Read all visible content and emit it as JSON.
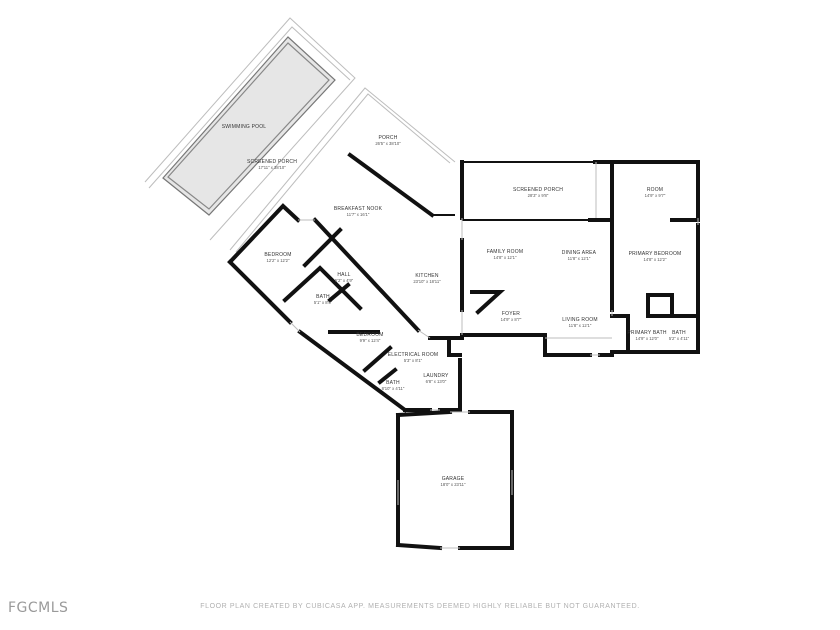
{
  "rooms": [
    {
      "id": "pool",
      "name": "SWIMMING POOL",
      "dim": ""
    },
    {
      "id": "screened-porch-left",
      "name": "SCREENED PORCH",
      "dim": "17'11\" x 38'10\""
    },
    {
      "id": "porch",
      "name": "PORCH",
      "dim": "26'5\" x 38'10\""
    },
    {
      "id": "breakfast-nook",
      "name": "BREAKFAST NOOK",
      "dim": "11'7\" x 16'1\""
    },
    {
      "id": "bedroom-1",
      "name": "BEDROOM",
      "dim": "12'2\" x 12'2\""
    },
    {
      "id": "hall",
      "name": "HALL",
      "dim": "5'2\" x 4'9\""
    },
    {
      "id": "bath-1",
      "name": "BATH",
      "dim": "5'1\" x 8'5\""
    },
    {
      "id": "bedroom-2",
      "name": "BEDROOM",
      "dim": "9'9\" x 12'4\""
    },
    {
      "id": "kitchen",
      "name": "KITCHEN",
      "dim": "23'10\" x 18'11\""
    },
    {
      "id": "electrical-room",
      "name": "ELECTRICAL ROOM",
      "dim": "5'3\" x 8'1\""
    },
    {
      "id": "laundry",
      "name": "LAUNDRY",
      "dim": "6'8\" x 13'0\""
    },
    {
      "id": "bath-2",
      "name": "BATH",
      "dim": "8'10\" x 4'11\""
    },
    {
      "id": "screened-porch-top",
      "name": "SCREENED PORCH",
      "dim": "28'3\" x 9'8\""
    },
    {
      "id": "room",
      "name": "ROOM",
      "dim": "14'9\" x 9'7\""
    },
    {
      "id": "family-room",
      "name": "FAMILY ROOM",
      "dim": "14'8\" x 12'1\""
    },
    {
      "id": "dining-area",
      "name": "DINING AREA",
      "dim": "11'8\" x 12'1\""
    },
    {
      "id": "primary-bedroom",
      "name": "PRIMARY BEDROOM",
      "dim": "14'8\" x 12'2\""
    },
    {
      "id": "foyer",
      "name": "FOYER",
      "dim": "14'9\" x 8'7\""
    },
    {
      "id": "living-room",
      "name": "LIVING ROOM",
      "dim": "11'8\" x 12'1\""
    },
    {
      "id": "primary-bath",
      "name": "PRIMARY BATH",
      "dim": "14'9\" x 12'0\""
    },
    {
      "id": "bath-3",
      "name": "BATH",
      "dim": "5'2\" x 4'11\""
    },
    {
      "id": "garage",
      "name": "GARAGE",
      "dim": "18'0\" x 23'11\""
    }
  ],
  "watermark": "FGCMLS",
  "footer": "FLOOR PLAN CREATED BY CUBICASA APP. MEASUREMENTS DEEMED HIGHLY RELIABLE BUT NOT GUARANTEED."
}
